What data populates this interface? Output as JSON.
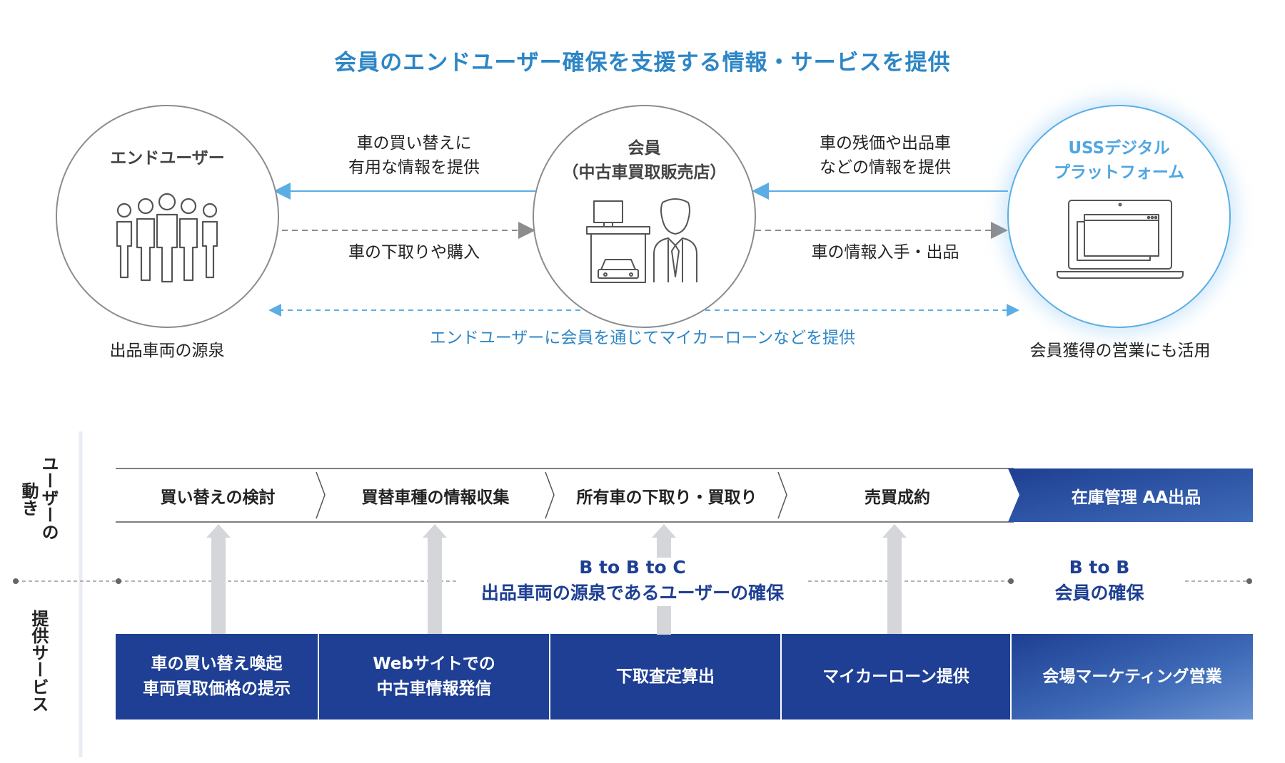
{
  "title": "会員のエンドユーザー確保を支援する情報・サービスを提供",
  "nodes": {
    "end_user": {
      "name": "エンドユーザー",
      "caption": "出品車両の源泉"
    },
    "member": {
      "name_line1": "会員",
      "name_line2": "（中古車買取販売店）"
    },
    "platform": {
      "name_line1": "USSデジタル",
      "name_line2": "プラットフォーム",
      "caption": "会員獲得の営業にも活用"
    }
  },
  "flows": {
    "member_to_user_line1": "車の買い替えに",
    "member_to_user_line2": "有用な情報を提供",
    "user_to_member": "車の下取りや購入",
    "platform_to_member_line1": "車の残価や出品車",
    "platform_to_member_line2": "などの情報を提供",
    "member_to_platform": "車の情報入手・出品",
    "platform_loan": "エンドユーザーに会員を通じてマイカーローンなどを提供"
  },
  "user_actions_label": {
    "col1": "ユーザーの",
    "col2": "動き"
  },
  "services_label": "提供サービス",
  "stages": [
    "買い替えの検討",
    "買替車種の情報収集",
    "所有車の下取り・買取り",
    "売買成約",
    "在庫管理 AA出品"
  ],
  "segments": {
    "btobtoc_line1": "B to B to C",
    "btobtoc_line2": "出品車両の源泉であるユーザーの確保",
    "btob_line1": "B to B",
    "btob_line2": "会員の確保"
  },
  "services": [
    {
      "line1": "車の買い替え喚起",
      "line2": "車両買取価格の提示"
    },
    {
      "line1": "Webサイトでの",
      "line2": "中古車情報発信"
    },
    {
      "line1": "下取査定算出",
      "line2": ""
    },
    {
      "line1": "マイカーローン提供",
      "line2": ""
    },
    {
      "line1": "会場マーケティング営業",
      "line2": ""
    }
  ],
  "colors": {
    "accent_blue": "#2d86c6",
    "navy": "#1e3f93",
    "gray_line": "#8c8c8c",
    "arrow_gray": "#d4d6da"
  }
}
